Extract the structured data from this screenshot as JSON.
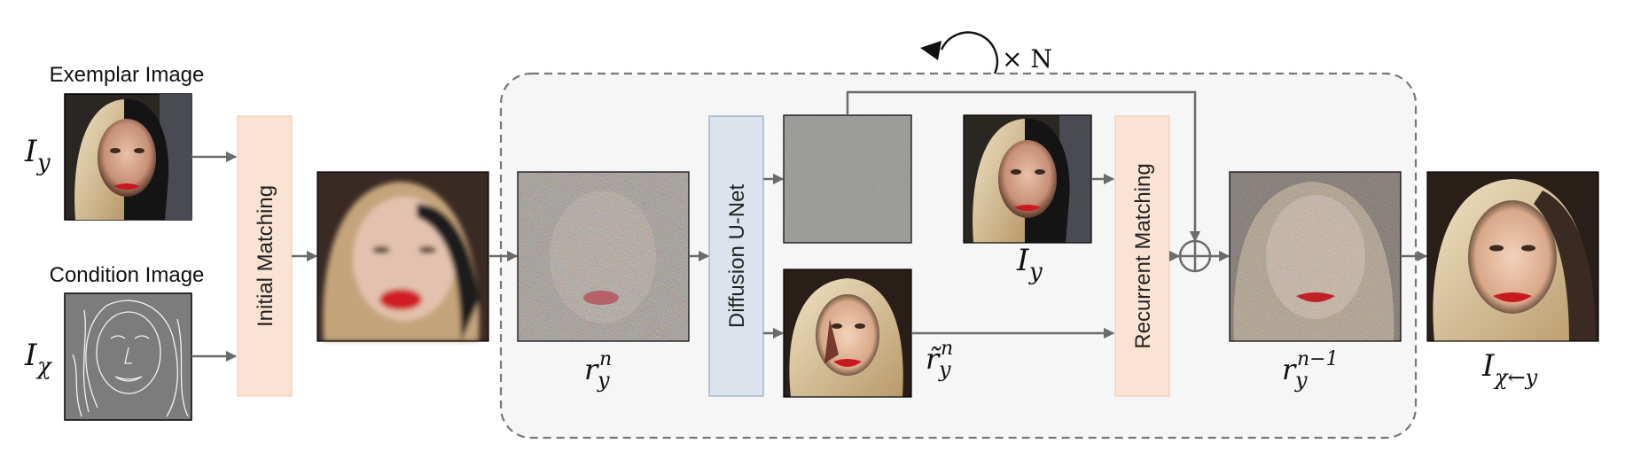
{
  "labels": {
    "exemplar_image": "Exemplar Image",
    "condition_image": "Condition Image",
    "initial_matching": "Initial Matching",
    "diffusion_unet": "Diffusion U-Net",
    "recurrent_matching": "Recurrent Matching",
    "loop_times": "× N"
  },
  "math": {
    "I_y_base": "I",
    "I_y_sub": "y",
    "I_x_base": "I",
    "I_x_sub": "χ",
    "r_n_base": "r",
    "r_n_sub": "y",
    "r_n_sup": "n",
    "r_tilde_base": "r̃",
    "r_tilde_sub": "y",
    "r_tilde_sup": "n",
    "r_prev_base": "r",
    "r_prev_sub": "y",
    "r_prev_sup": "n−1",
    "I_out_base": "I",
    "I_out_sub": "χ←y"
  },
  "colors": {
    "matching_box": "#fbe3d3",
    "unet_box": "#dde3ec",
    "loop_panel": "#f6f6f6",
    "arrow": "#6b6b6b"
  }
}
